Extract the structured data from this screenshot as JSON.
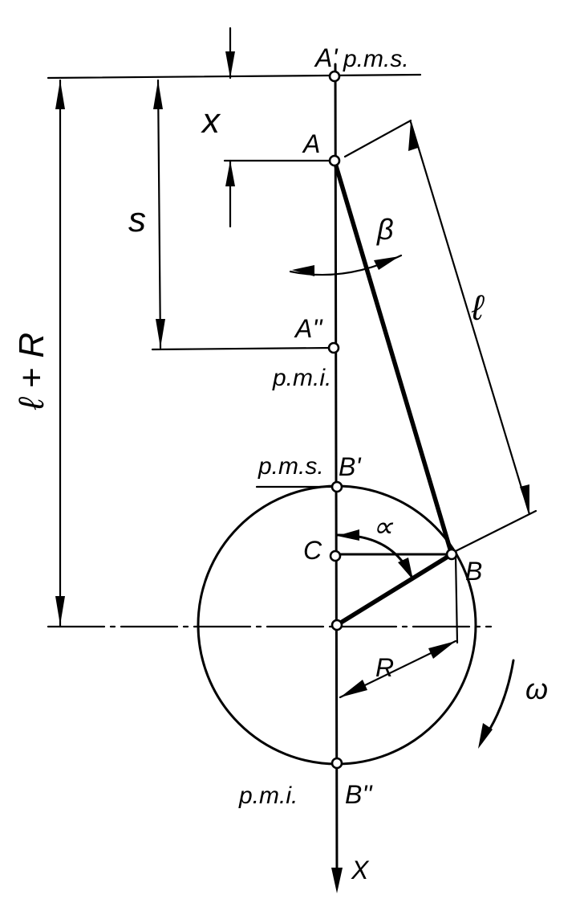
{
  "labels": {
    "a_prime": "A'",
    "pms_top": "p.m.s.",
    "x_small": "x",
    "a": "A",
    "s": "s",
    "beta": "β",
    "l_len": "ℓ",
    "l_plus_r": "ℓ + R",
    "a_double": "A''",
    "pmi_mid": "p.m.i.",
    "pms_b": "p.m.s.",
    "b_prime": "B'",
    "c": "C",
    "alpha": "∝",
    "b": "B",
    "r": "R",
    "omega": "ω",
    "pmi_bottom": "p.m.i.",
    "b_double": "B''",
    "x_axis": "X"
  }
}
